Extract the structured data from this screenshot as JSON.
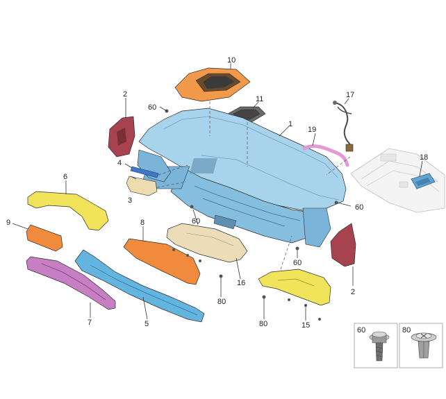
{
  "colors": {
    "carrier": "#a7d3ec",
    "carrier_dark": "#5e8fb0",
    "panel_top": "#f29a4a",
    "grille": "#6b6b6b",
    "bracket_red": "#a6434e",
    "yellow": "#f1e35a",
    "orange": "#f08a3c",
    "blue": "#64b4e0",
    "purple": "#c57fc2",
    "beige": "#ecdcb8",
    "harness_pink": "#e19ad6",
    "ref_grey": "#d8d8d8",
    "ref_blue": "#5fa6d6"
  },
  "parts": [
    {
      "id": "p1",
      "label": "1"
    },
    {
      "id": "p2a",
      "label": "2"
    },
    {
      "id": "p2b",
      "label": "2"
    },
    {
      "id": "p3",
      "label": "3"
    },
    {
      "id": "p4",
      "label": "4"
    },
    {
      "id": "p5",
      "label": "5"
    },
    {
      "id": "p6",
      "label": "6"
    },
    {
      "id": "p7",
      "label": "7"
    },
    {
      "id": "p8",
      "label": "8"
    },
    {
      "id": "p9",
      "label": "9"
    },
    {
      "id": "p10",
      "label": "10"
    },
    {
      "id": "p11",
      "label": "11"
    },
    {
      "id": "p15",
      "label": "15"
    },
    {
      "id": "p16",
      "label": "16"
    },
    {
      "id": "p17",
      "label": "17"
    },
    {
      "id": "p18",
      "label": "18"
    },
    {
      "id": "p19",
      "label": "19"
    },
    {
      "id": "p60a",
      "label": "60"
    },
    {
      "id": "p60b",
      "label": "60"
    },
    {
      "id": "p60c",
      "label": "60"
    },
    {
      "id": "p60d",
      "label": "60"
    },
    {
      "id": "p80a",
      "label": "80"
    },
    {
      "id": "p80b",
      "label": "80"
    }
  ],
  "fastener_inset": {
    "screw_label": "60",
    "clip_label": "80"
  }
}
